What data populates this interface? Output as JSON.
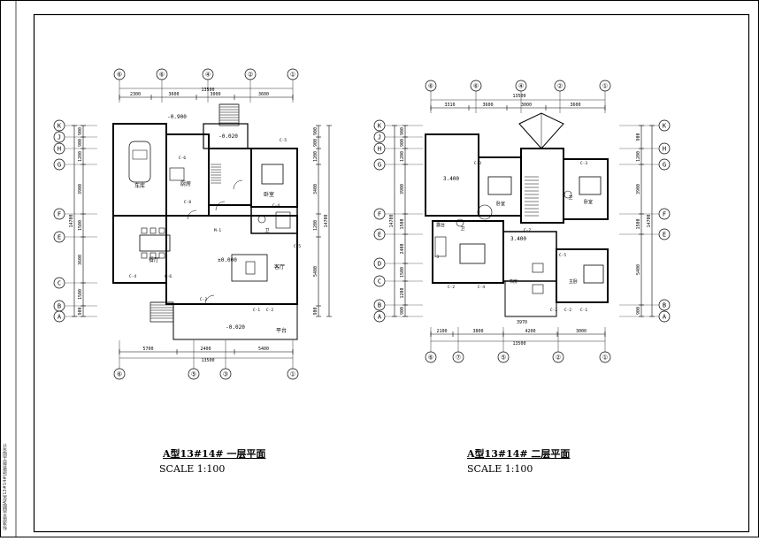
{
  "sheet": {
    "side_note": "标准层平面图A型(13#14#)建筑施工图设计"
  },
  "plan1": {
    "title": "A型13#14# 一层平面",
    "scale": "SCALE 1:100",
    "top_axes": [
      "⑥",
      "⑥",
      "④",
      "②",
      "①"
    ],
    "bottom_axes": [
      "⑥",
      "⑤",
      "③",
      "①"
    ],
    "left_axes": [
      "K",
      "J",
      "H",
      "G",
      "F",
      "E",
      "C",
      "B",
      "A"
    ],
    "right_axes": [],
    "top_dims": [
      "2300",
      "3600",
      "3000",
      "3600"
    ],
    "top_total": "13500",
    "bottom_dims": [
      "5700",
      "2400",
      "5400"
    ],
    "bottom_total": "13500",
    "left_dims": [
      "900",
      "900",
      "1200",
      "3900",
      "1500",
      "3600",
      "1500",
      "900"
    ],
    "left_total": "14700",
    "right_dims": [
      "900",
      "900",
      "1200",
      "3400",
      "1200",
      "5400",
      "900"
    ],
    "right_total": "14700",
    "elevations": [
      "-0.900",
      "-0.020",
      "±0.000",
      "-0.020"
    ],
    "rooms": [
      "车库",
      "厨房",
      "餐厅",
      "客厅",
      "卧室",
      "卫",
      "卫",
      "平台",
      "平台"
    ],
    "labels": [
      "C-6",
      "C-8",
      "C-4",
      "C-6",
      "C-5",
      "C-1",
      "C-2",
      "C-2",
      "M-1",
      "C-5",
      "C-4"
    ]
  },
  "plan2": {
    "title": "A型13#14# 二层平面",
    "scale": "SCALE 1:100",
    "top_axes": [
      "⑥",
      "⑥",
      "④",
      "②",
      "①"
    ],
    "bottom_axes": [
      "⑥",
      "⑦",
      "⑤",
      "②",
      "①"
    ],
    "left_axes": [
      "K",
      "J",
      "H",
      "G",
      "F",
      "E",
      "D",
      "C",
      "B",
      "A"
    ],
    "right_axes": [
      "K",
      "H",
      "G",
      "F",
      "E",
      "B",
      "A"
    ],
    "top_dims": [
      "3310",
      "3600",
      "3000",
      "3600"
    ],
    "top_total": "13500",
    "bottom_dims": [
      "2100",
      "3800",
      "4200",
      "3000"
    ],
    "bottom_total": "13500",
    "bottom_sub": "3970",
    "left_dims": [
      "900",
      "900",
      "1200",
      "3900",
      "1500",
      "2400",
      "1500",
      "1200",
      "900"
    ],
    "left_total": "14700",
    "right_dims": [
      "900",
      "1200",
      "3900",
      "1500",
      "5400",
      "900"
    ],
    "right_total": "14700",
    "elevations": [
      "3.400",
      "3.400"
    ],
    "rooms": [
      "卧室",
      "卧室",
      "书房",
      "卫",
      "卫",
      "主卧",
      "露台"
    ],
    "labels": [
      "C-3",
      "C-3",
      "C-3",
      "C-2",
      "C-4",
      "C-2",
      "C-2",
      "C-1",
      "C-5",
      "C-7"
    ]
  }
}
